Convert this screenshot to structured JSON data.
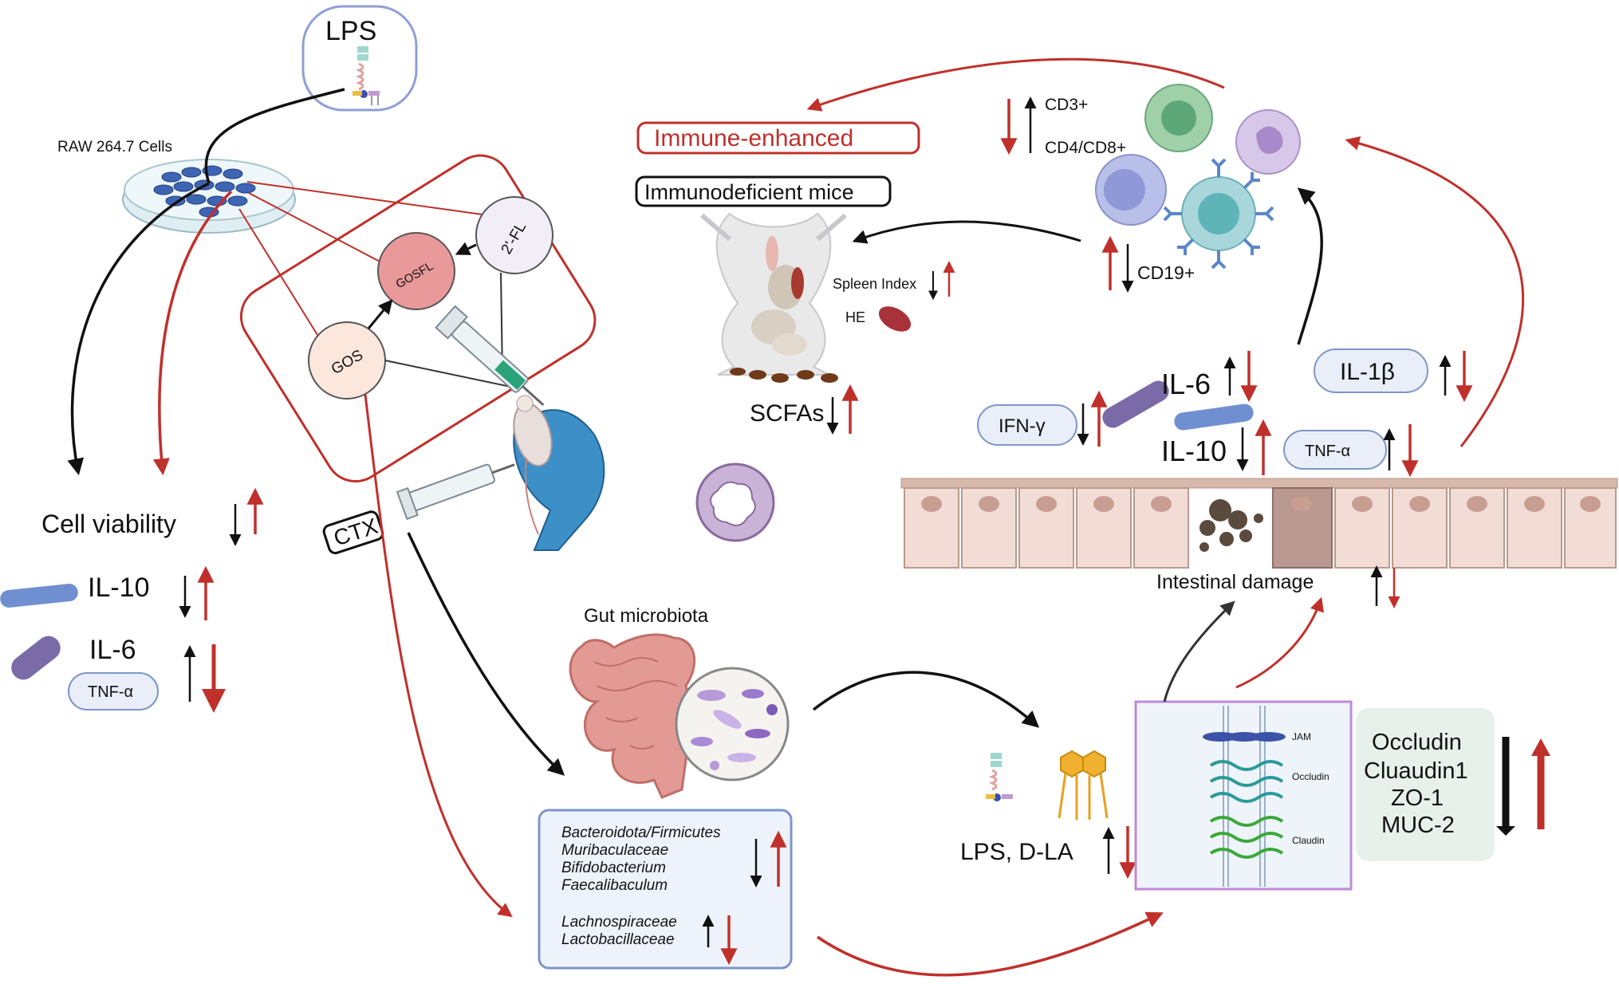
{
  "labels": {
    "lps_top": "LPS",
    "raw_cells": "RAW 264.7 Cells",
    "fl2": "2'-FL",
    "gosfl": "GOSFL",
    "gos": "GOS",
    "ctx": "CTX",
    "immune_enhanced": "Immune-enhanced",
    "immunodeficient_mice": "Immunodeficient mice",
    "spleen_index": "Spleen Index",
    "he": "HE",
    "scfas": "SCFAs",
    "cd3": "CD3+",
    "cd4cd8": "CD4/CD8+",
    "cd19": "CD19+",
    "cell_viability": "Cell viability",
    "il10_left": "IL-10",
    "il6_left": "IL-6",
    "tnf_left": "TNF-α",
    "il6_right": "IL-6",
    "il10_right": "IL-10",
    "ifng": "IFN-γ",
    "il1b": "IL-1β",
    "tnf_right": "TNF-α",
    "intestinal_damage": "Intestinal damage",
    "gut_microbiota": "Gut microbiota",
    "bact1": "Bacteroidota/Firmicutes",
    "bact2": "Muribaculaceae",
    "bact3": "Bifidobacterium",
    "bact4": "Faecalibaculum",
    "bact5": "Lachnospiraceae",
    "bact6": "Lactobacillaceae",
    "lps_dla": "LPS, D-LA",
    "jam": "JAM",
    "occludin_small": "Occludin",
    "claudin_small": "Claudin",
    "tj1": "Occludin",
    "tj2": "Cluaudin1",
    "tj3": "ZO-1",
    "tj4": "MUC-2"
  },
  "colors": {
    "red": "#c0302b",
    "black": "#111111",
    "blue_bar": "#6f8fd0",
    "purple_bar": "#7a6aa8",
    "pill_fill": "#e9eef8",
    "pill_stroke": "#7d95c8"
  }
}
